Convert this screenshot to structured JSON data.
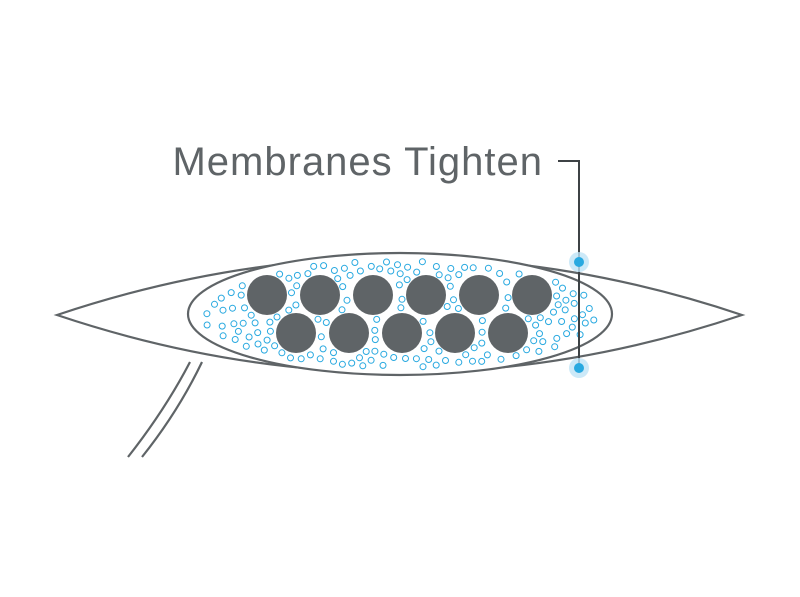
{
  "callout": {
    "label": "Membranes Tighten"
  },
  "colors": {
    "outline": "#5f6467",
    "fat_globule": "#5f6467",
    "vesicle": "#29a9e0",
    "callout_point": "#29a9e0",
    "callout_halo": "#bfe4f6",
    "background": "#ffffff"
  },
  "counts": {
    "large_globules_top_row": 6,
    "large_globules_bottom_row": 5
  }
}
